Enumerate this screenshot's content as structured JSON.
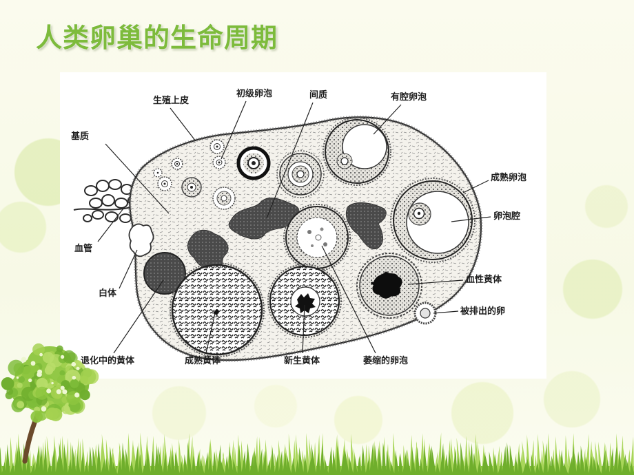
{
  "slide": {
    "title": "人类卵巢的生命周期"
  },
  "diagram": {
    "labels": {
      "germinal_epithelium": "生殖上皮",
      "primary_follicle": "初级卵泡",
      "interstitium": "间质",
      "antral_follicle": "有腔卵泡",
      "stroma": "基质",
      "mature_follicle": "成熟卵泡",
      "follicular_antrum": "卵泡腔",
      "blood_vessel": "血管",
      "corpus_hemorrhagicum": "血性黄体",
      "corpus_albicans": "白体",
      "ovulated_ovum": "被排出的卵",
      "regressing_corpus_luteum": "退化中的黄体",
      "mature_corpus_luteum": "成熟黄体",
      "new_corpus_luteum": "新生黄体",
      "atretic_follicle": "萎缩的卵泡"
    }
  },
  "colors": {
    "title": "#7dbb3c",
    "grass": "#8cc63f",
    "grass_dark": "#6fae2c",
    "leaf": "#8dc63f",
    "trunk": "#6b4a2b"
  },
  "icons": {
    "decoration_left": "tree-icon",
    "decoration_bottom": "grass-icon"
  }
}
